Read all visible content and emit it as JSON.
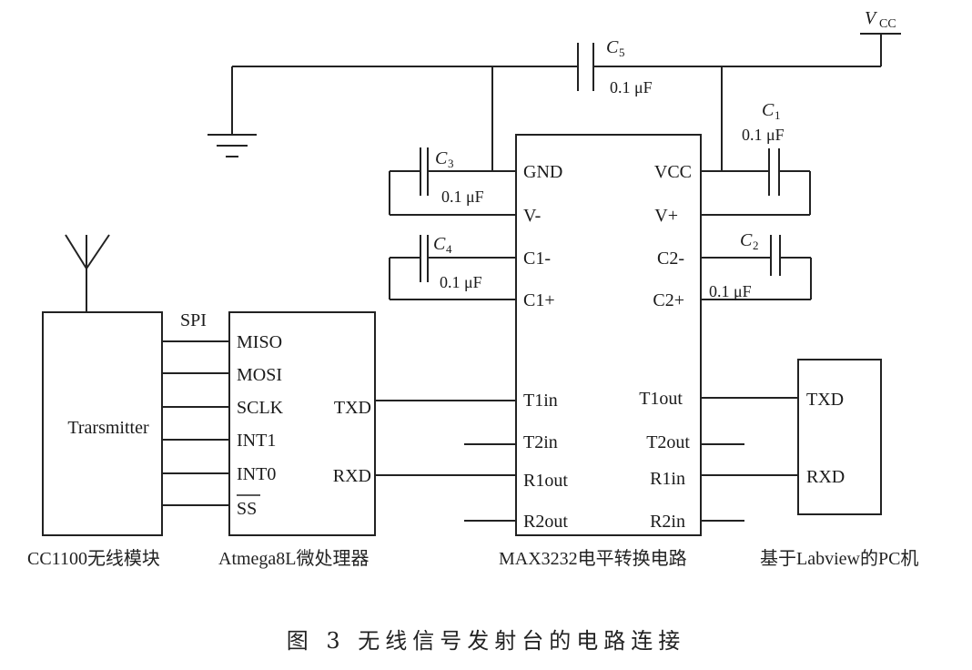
{
  "power": {
    "vcc": "V",
    "vcc_sub": "CC"
  },
  "capacitors": {
    "c5": {
      "name": "C",
      "sub": "5",
      "value": "0.1 μF"
    },
    "c1": {
      "name": "C",
      "sub": "1",
      "value": "0.1 μF"
    },
    "c2": {
      "name": "C",
      "sub": "2",
      "value": "0.1 μF"
    },
    "c3": {
      "name": "C",
      "sub": "3",
      "value": "0.1 μF"
    },
    "c4": {
      "name": "C",
      "sub": "4",
      "value": "0.1 μF"
    }
  },
  "transmitter": {
    "label": "Trarsmitter",
    "bus": "SPI",
    "caption": "CC1100无线模块"
  },
  "mcu": {
    "pins_left": [
      "MISO",
      "MOSI",
      "SCLK",
      "INT1",
      "INT0",
      "SS"
    ],
    "pins_right": [
      "TXD",
      "RXD"
    ],
    "caption": "Atmega8L微处理器"
  },
  "max3232": {
    "pins_left": [
      "GND",
      "V-",
      "C1-",
      "C1+",
      "T1in",
      "T2in",
      "R1out",
      "R2out"
    ],
    "pins_right": [
      "VCC",
      "V+",
      "C2-",
      "C2+",
      "T1out",
      "T2out",
      "R1in",
      "R2in"
    ],
    "caption": "MAX3232电平转换电路"
  },
  "pc": {
    "pins": [
      "TXD",
      "RXD"
    ],
    "caption": "基于Labview的PC机"
  },
  "figure_title": "图 3  无线信号发射台的电路连接"
}
